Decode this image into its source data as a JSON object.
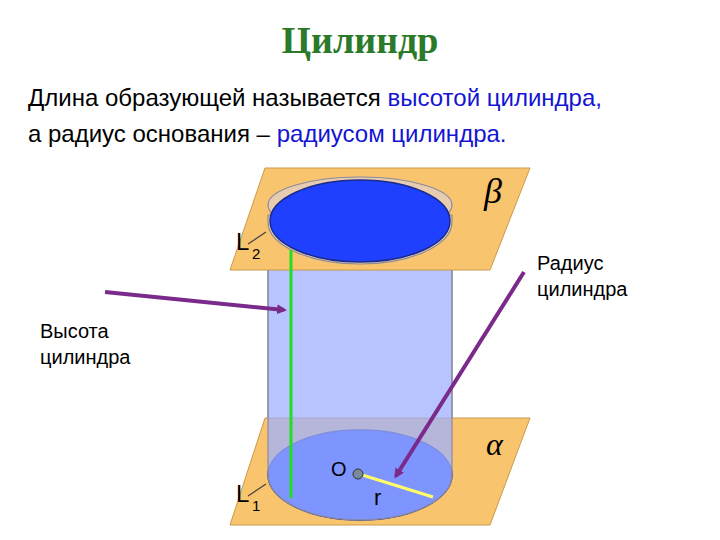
{
  "diagram": {
    "title": "Цилиндр",
    "labels": [
      "Длина образующей называется",
      "высотой цилиндра,",
      "а радиус основания –",
      "радиусом цилиндра.",
      "β",
      "L",
      "2",
      "Радиус цилиндра",
      "Высота цилиндра",
      "α",
      "O",
      "L",
      "1",
      "r"
    ]
  }
}
